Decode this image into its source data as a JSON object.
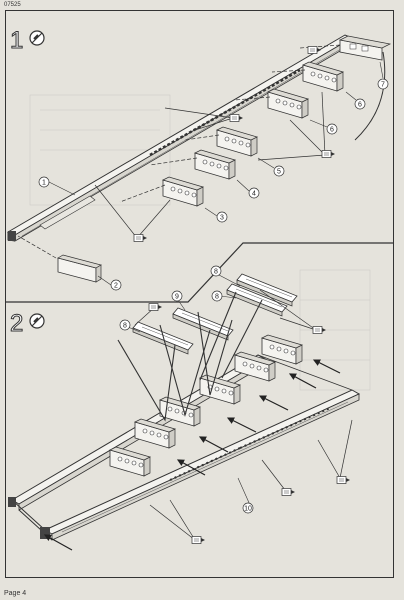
{
  "header": {
    "doc_code": "07525"
  },
  "footer": {
    "page_label": "Page 4"
  },
  "steps": [
    {
      "number": "1",
      "callouts": [
        "1",
        "2",
        "3",
        "4",
        "5",
        "6",
        "6",
        "7"
      ]
    },
    {
      "number": "2",
      "callouts": [
        "8",
        "8",
        "8",
        "9",
        "10"
      ]
    }
  ]
}
